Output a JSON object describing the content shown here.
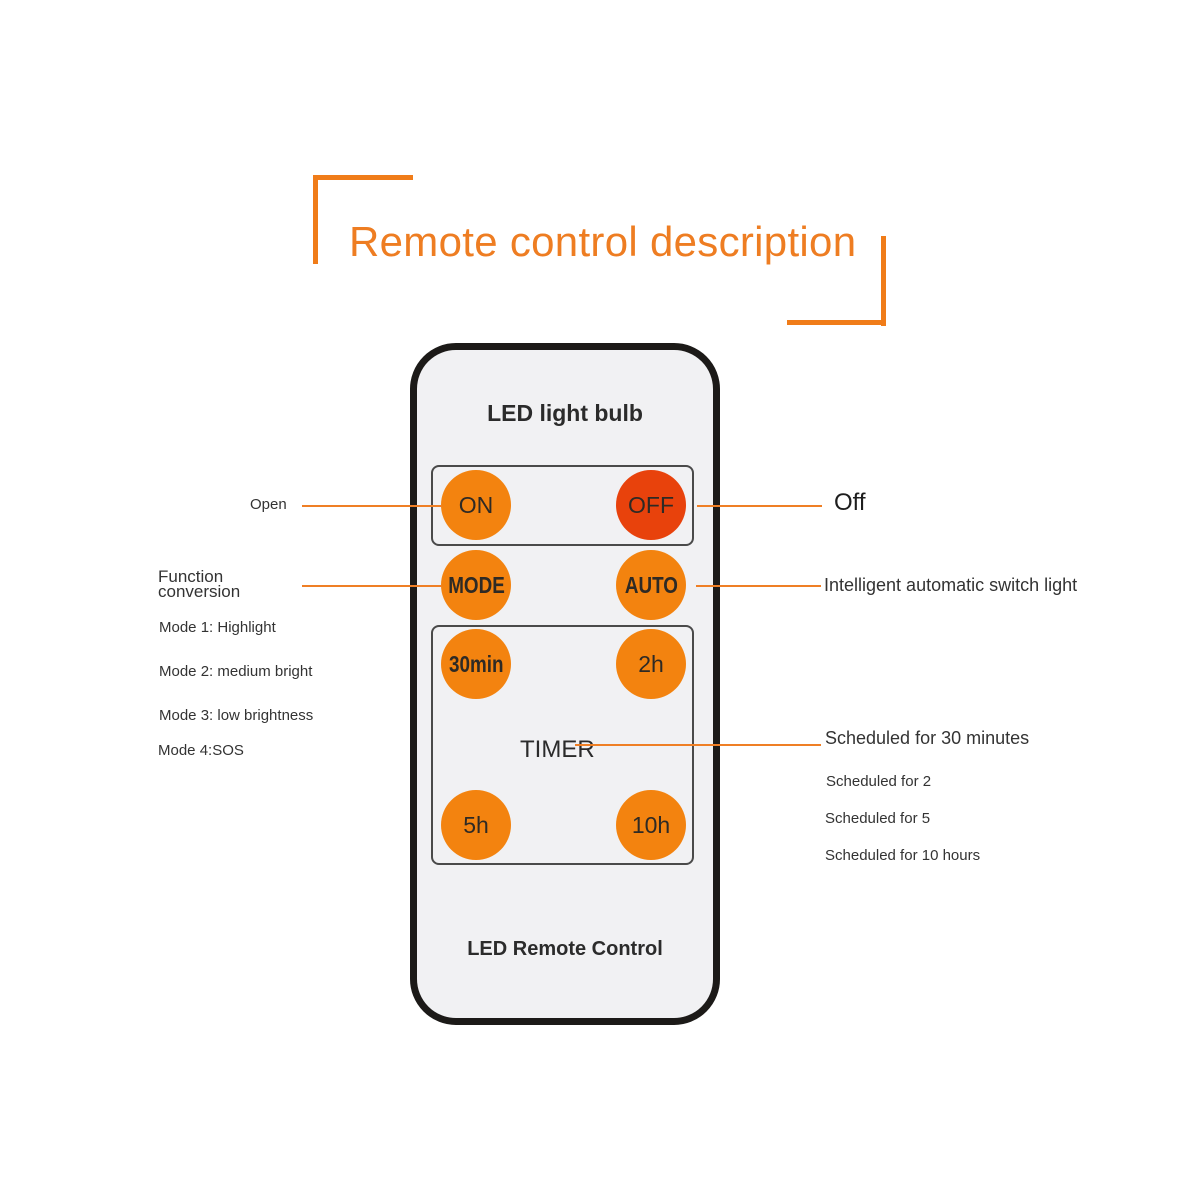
{
  "title": "Remote control description",
  "colors": {
    "accent": "#f07c19",
    "button": "#f3830f",
    "off_button": "#e8420c",
    "remote_body": "#f1f1f3",
    "remote_border": "#1c1a18"
  },
  "remote": {
    "header": "LED light bulb",
    "footer": "LED Remote Control",
    "timer_label": "TIMER",
    "buttons": {
      "on": "ON",
      "off": "OFF",
      "mode": "MODE",
      "auto": "AUTO",
      "t30min": "30min",
      "t2h": "2h",
      "t5h": "5h",
      "t10h": "10h"
    }
  },
  "annotations": {
    "left": {
      "open": "Open",
      "function_line1": "Function",
      "function_line2": "conversion",
      "modes": [
        "Mode 1: Highlight",
        "Mode 2: medium bright",
        "Mode 3: low brightness",
        "Mode 4:SOS"
      ]
    },
    "right": {
      "off": "Off",
      "auto": "Intelligent automatic switch light",
      "timer_main": "Scheduled for 30 minutes",
      "timers": [
        "Scheduled for 2",
        "Scheduled for 5",
        "Scheduled for 10 hours"
      ]
    }
  }
}
